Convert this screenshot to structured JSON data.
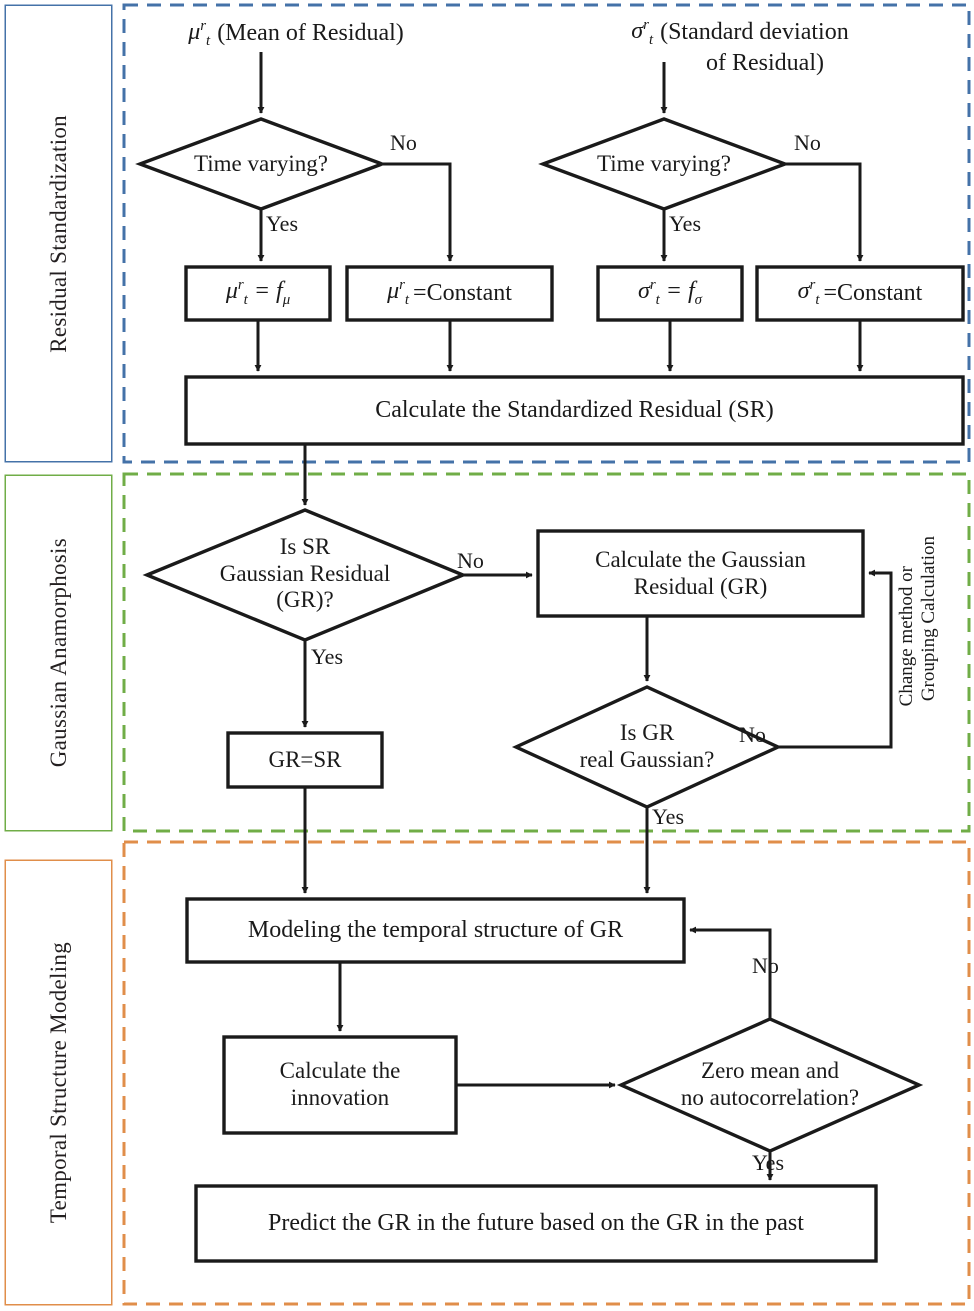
{
  "figure": {
    "type": "flowchart",
    "title": "Residual standardization, Gaussian anamorphosis and temporal structure modeling workflow"
  },
  "colors": {
    "stage_1_border": "#4472a8",
    "stage_2_border": "#70ad47",
    "stage_3_border": "#e08e4a",
    "node_stroke": "#1a1a1a",
    "background": "#ffffff"
  },
  "stages": [
    {
      "id": "stage-1",
      "label": "Residual Standardization",
      "border_color": "#4472a8",
      "border_style": "solid"
    },
    {
      "id": "stage-2",
      "label": "Gaussian Anamorphosis",
      "border_color": "#70ad47",
      "border_style": "solid"
    },
    {
      "id": "stage-3",
      "label": "Temporal Structure Modeling",
      "border_color": "#e08e4a",
      "border_style": "solid"
    }
  ],
  "nodes": {
    "input_mu": {
      "text": "(Mean of Residual)",
      "symbol": "μ",
      "sup": "r",
      "sub": "t",
      "shape": "text"
    },
    "input_sigma_l1": {
      "text": "(Standard deviation",
      "symbol": "σ",
      "sup": "r",
      "sub": "t",
      "shape": "text"
    },
    "input_sigma_l2": {
      "text": "of Residual)",
      "shape": "text"
    },
    "decision_mu_timevarying": {
      "text": "Time varying?",
      "shape": "diamond"
    },
    "decision_sigma_timevarying": {
      "text": "Time varying?",
      "shape": "diamond"
    },
    "box_mu_fmu": {
      "symbol": "μ",
      "sup": "r",
      "sub": "t",
      "eq": "=",
      "fn": "f",
      "fnsub": "μ",
      "shape": "rect"
    },
    "box_mu_constant": {
      "symbol": "μ",
      "sup": "r",
      "sub": "t",
      "text": "=Constant",
      "shape": "rect"
    },
    "box_sigma_fsigma": {
      "symbol": "σ",
      "sup": "r",
      "sub": "t",
      "eq": "=",
      "fn": "f",
      "fnsub": "σ",
      "shape": "rect"
    },
    "box_sigma_constant": {
      "symbol": "σ",
      "sup": "r",
      "sub": "t",
      "text": "=Constant",
      "shape": "rect"
    },
    "box_calc_sr": {
      "text": "Calculate the Standardized Residual (SR)",
      "shape": "rect"
    },
    "decision_is_sr_gr": {
      "lines": [
        "Is SR",
        "Gaussian Residual",
        "(GR)?"
      ],
      "shape": "diamond"
    },
    "box_calc_gr": {
      "lines": [
        "Calculate the Gaussian",
        "Residual (GR)"
      ],
      "shape": "rect"
    },
    "box_gr_eq_sr": {
      "text": "GR=SR",
      "shape": "rect"
    },
    "decision_is_gr_real": {
      "lines": [
        "Is GR",
        "real Gaussian?"
      ],
      "shape": "diamond"
    },
    "box_modeling_temporal": {
      "text": "Modeling the temporal structure of GR",
      "shape": "rect"
    },
    "box_calc_innovation": {
      "lines": [
        "Calculate the",
        "innovation"
      ],
      "shape": "rect"
    },
    "decision_zero_mean": {
      "lines": [
        "Zero mean and",
        "no autocorrelation?"
      ],
      "shape": "diamond"
    },
    "box_predict": {
      "text": "Predict the GR in the future based on the GR in the past",
      "shape": "rect"
    }
  },
  "edge_labels": {
    "mu_no": "No",
    "mu_yes": "Yes",
    "sigma_no": "No",
    "sigma_yes": "Yes",
    "sr_gr_no": "No",
    "sr_gr_yes": "Yes",
    "gr_real_no": "No",
    "gr_real_yes": "Yes",
    "zero_mean_no": "No",
    "zero_mean_yes": "Yes",
    "feedback_loop_l1": "Change method or",
    "feedback_loop_l2": "Grouping Calculation"
  }
}
